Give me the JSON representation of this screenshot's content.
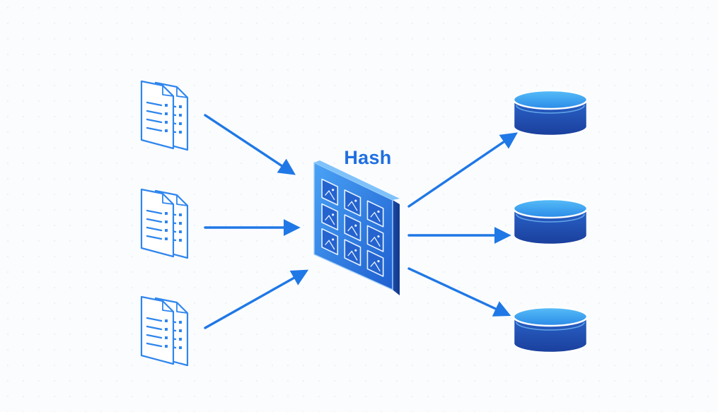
{
  "hash": {
    "label": "Hash"
  },
  "colors": {
    "accent": "#1f78e6",
    "doc_outline": "#2f86ee",
    "db_top": "#3ca6f2",
    "db_body": "#1d4fb5"
  },
  "inputs": [
    {
      "icon": "document-stack-icon"
    },
    {
      "icon": "document-stack-icon"
    },
    {
      "icon": "document-stack-icon"
    }
  ],
  "outputs": [
    {
      "icon": "database-icon"
    },
    {
      "icon": "database-icon"
    },
    {
      "icon": "database-icon"
    }
  ],
  "hash_grid": {
    "rows": 3,
    "cols": 3,
    "icon": "image-tile-icon"
  }
}
